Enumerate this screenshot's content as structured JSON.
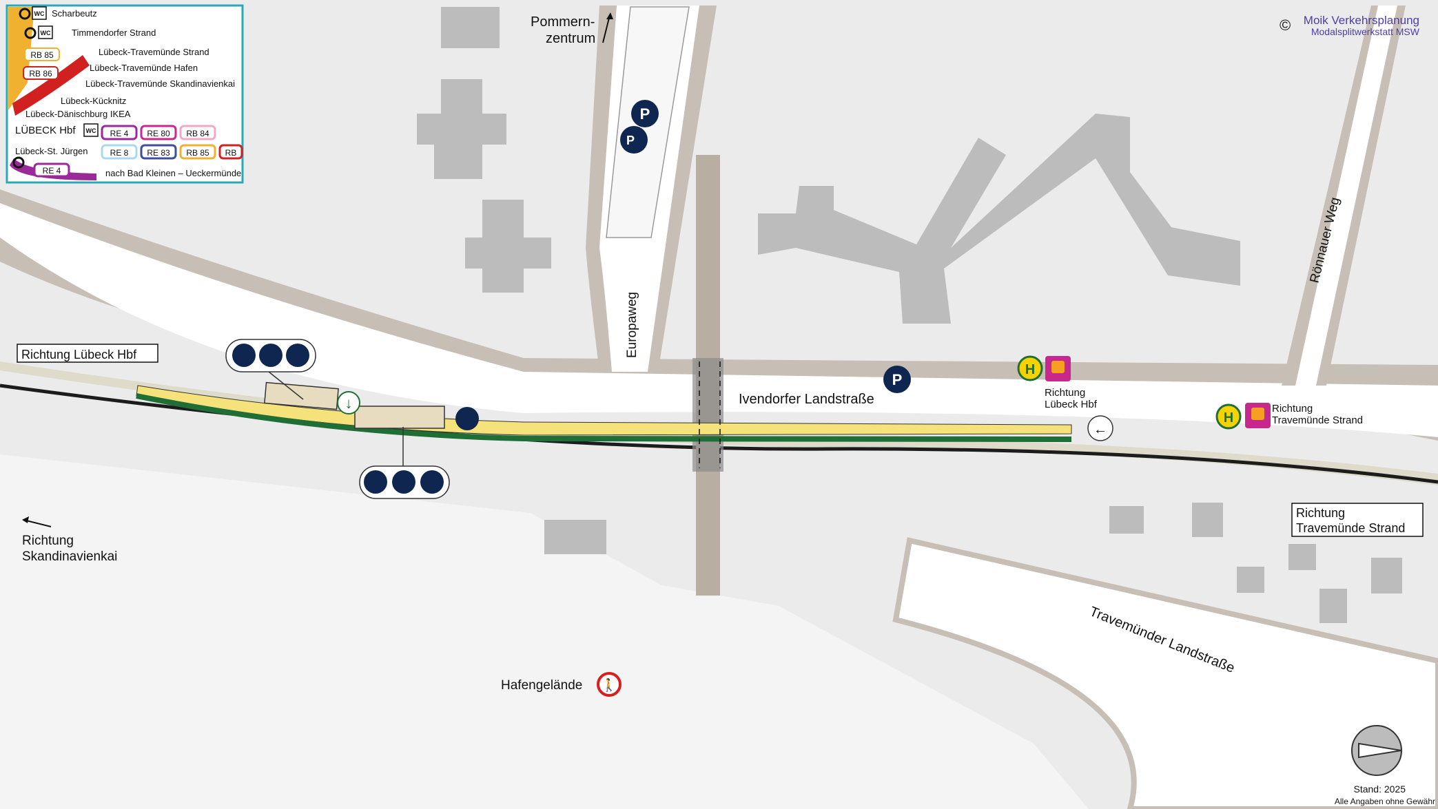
{
  "copyright": {
    "name": "Moik Verkehrsplanung",
    "sub": "Modalsplitwerkstatt MSW",
    "symbol": "©"
  },
  "labels": {
    "pommernzentrum_1": "Pommern-",
    "pommernzentrum_2": "zentrum",
    "europaweg": "Europaweg",
    "roennauer_weg": "Rönnauer Weg",
    "ivendorfer": "Ivendorfer Landstraße",
    "travemuender": "Travemünder Landstraße",
    "hafengelaende": "Hafengelände",
    "richtung_luebeck_box": "Richtung Lübeck Hbf",
    "richtung_trave_box_1": "Richtung",
    "richtung_trave_box_2": "Travemünde Strand",
    "richtung_skandi_1": "Richtung",
    "richtung_skandi_2": "Skandinavienkai",
    "bus_luebeck_1": "Richtung",
    "bus_luebeck_2": "Lübeck Hbf",
    "bus_trave_1": "Richtung",
    "bus_trave_2": "Travemünde Strand",
    "stand": "Stand: 2025",
    "disclaimer": "Alle Angaben ohne Gewähr"
  },
  "icons": {
    "parking": "P",
    "bus_stop": "H",
    "wc": "WC"
  },
  "colors": {
    "platform": "#f5e27a",
    "platform_edge": "#1f6e35",
    "road": "#ffffff",
    "sidewalk": "#c7bfb5",
    "building": "#bcbcbc",
    "ground": "#ebebeb",
    "track": "#1c1c1c",
    "navy": "#0f2750",
    "teal_border": "#2aa8b8"
  },
  "legend": {
    "stations": [
      "Scharbeutz",
      "Timmendorfer Strand",
      "Lübeck-Travemünde Strand",
      "Lübeck-Travemünde Hafen",
      "Lübeck-Travemünde Skandinavienkai",
      "Lübeck-Kücknitz",
      "Lübeck-Dänischburg IKEA",
      "LÜBECK Hbf",
      "Lübeck-St. Jürgen"
    ],
    "lines_left": [
      "RB 85",
      "RB 86"
    ],
    "lines_hbf_row1": [
      {
        "label": "RE 4",
        "color": "#9a2a9a"
      },
      {
        "label": "RE 80",
        "color": "#c8288c"
      },
      {
        "label": "RB 84",
        "color": "#f0a8c8"
      }
    ],
    "lines_hbf_row2": [
      {
        "label": "RE 8",
        "color": "#a8d8f0"
      },
      {
        "label": "RE 83",
        "color": "#3c4ea0"
      },
      {
        "label": "RB 85",
        "color": "#f0b030"
      },
      {
        "label": "RB",
        "color": "#d02020"
      }
    ],
    "bottom_line": "RE 4",
    "bottom_text": "nach Bad Kleinen – Ueckermünde"
  }
}
